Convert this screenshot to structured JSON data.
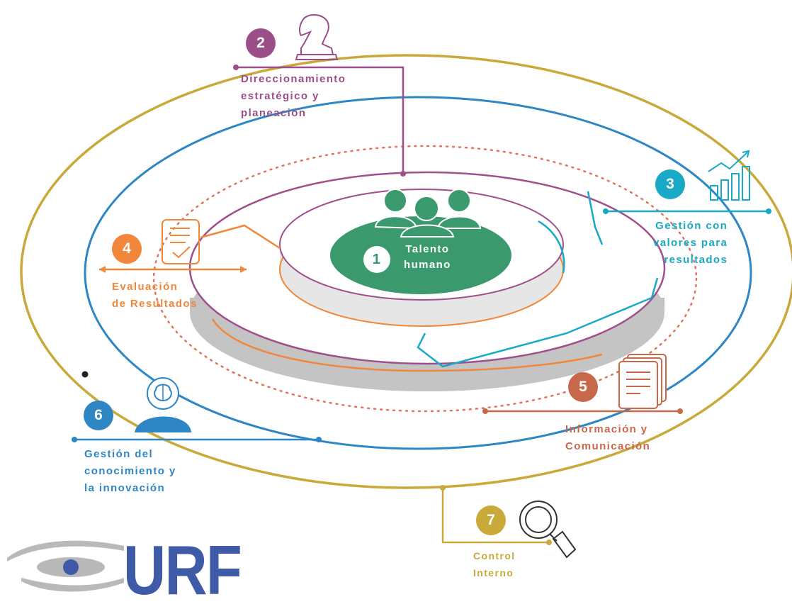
{
  "center": {
    "number": "1",
    "label": "Talento\nhumano",
    "color": "#3a9a6e"
  },
  "nodes": [
    {
      "id": "direccionamiento",
      "number": "2",
      "label": "Direccionamiento\nestratégico y\nplaneación",
      "color": "#9c4e89",
      "icon": "chess-knight-icon"
    },
    {
      "id": "gestion-valores",
      "number": "3",
      "label": "Gestión con\nvalores para\nresultados",
      "color": "#17a9c6",
      "icon": "growth-chart-icon"
    },
    {
      "id": "evaluacion",
      "number": "4",
      "label": "Evaluación\nde Resultados",
      "color": "#f0873a",
      "icon": "checklist-icon"
    },
    {
      "id": "informacion",
      "number": "5",
      "label": "Información y\nComunicación",
      "color": "#c8684a",
      "icon": "documents-icon"
    },
    {
      "id": "conocimiento",
      "number": "6",
      "label": "Gestión del\nconocimiento y\nla innovación",
      "color": "#2f86c4",
      "icon": "head-brain-icon"
    },
    {
      "id": "control",
      "number": "7",
      "label": "Control\nInterno",
      "color": "#c9a93a",
      "icon": "magnifier-icon"
    }
  ],
  "logo": {
    "text": "URF",
    "color": "#3f5aa7",
    "mark_color": "#b9b9b9"
  }
}
